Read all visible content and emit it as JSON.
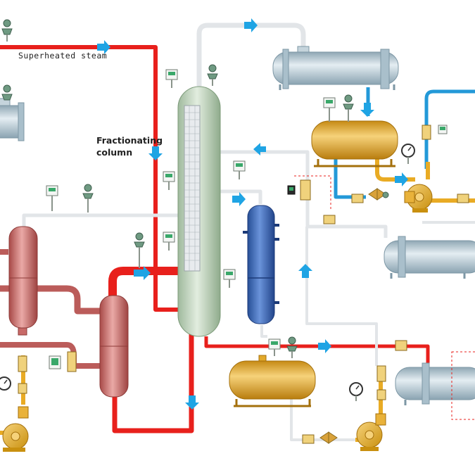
{
  "labels": {
    "steam": "Superheated steam",
    "column_line1": "Fractionating",
    "column_line2": "column"
  },
  "colors": {
    "steam_pipe": "#e8201c",
    "vapor_pipe": "#e4e6e8",
    "water_pipe": "#2399d8",
    "product_pipe": "#e9ab24",
    "flow_arrow": "#1fa4e4",
    "column_body": "#bcd3ba",
    "exchanger_blue": "#3c6fc0",
    "vessel_gray": "#b7cbd6",
    "drum_gold": "#e2a92a",
    "heater_red": "#d07a78",
    "instrument_green": "#3aa86a"
  }
}
